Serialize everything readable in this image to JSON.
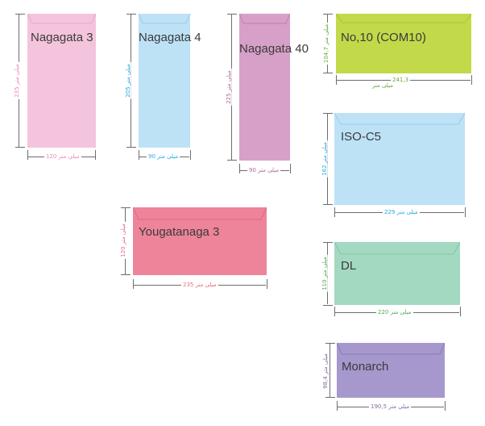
{
  "envelopes": [
    {
      "name": "Nagagata 3",
      "width_label": "120 میلی متر",
      "height_label": "235 میلی متر",
      "color": "#f4c4dc",
      "flap": "#e9a8c8",
      "dim_color": "#f0a0c0"
    },
    {
      "name": "Nagagata 4",
      "width_label": "90 میلی متر",
      "height_label": "205 میلی متر",
      "color": "#bde2f6",
      "flap": "#96cdee",
      "dim_color": "#29a9df"
    },
    {
      "name": "Nagagata 40",
      "width_label": "90 میلی متر",
      "height_label": "225 میلی متر",
      "color": "#d6a0c8",
      "flap": "#c080b0",
      "dim_color": "#b06aa0"
    },
    {
      "name": "No,10 (COM10)",
      "width_label": "241,3",
      "height_label": "104,7 میلی متر",
      "color": "#c2d94a",
      "flap": "#a9c33a",
      "dim_color": "#8ab53a"
    },
    {
      "name": "ISO-C5",
      "width_label": "229 میلی متر",
      "height_label": "162 میلی متر",
      "color": "#bde2f6",
      "flap": "#96cdee",
      "dim_color": "#29a9df"
    },
    {
      "name": "Yougatanaga 3",
      "width_label": "235 میلی متر",
      "height_label": "120 میلی متر",
      "color": "#ed8499",
      "flap": "#e06a82",
      "dim_color": "#e0708a"
    },
    {
      "name": "DL",
      "width_label": "220 میلی متر",
      "height_label": "110 میلی متر",
      "color": "#a3d9c0",
      "flap": "#7fc9a6",
      "dim_color": "#4aaa55"
    },
    {
      "name": "Monarch",
      "width_label": "190,5 میلی متر",
      "height_label": "98,4 میلی متر",
      "color": "#a698cc",
      "flap": "#8a7ab8",
      "dim_color": "#8a6aa8"
    }
  ]
}
